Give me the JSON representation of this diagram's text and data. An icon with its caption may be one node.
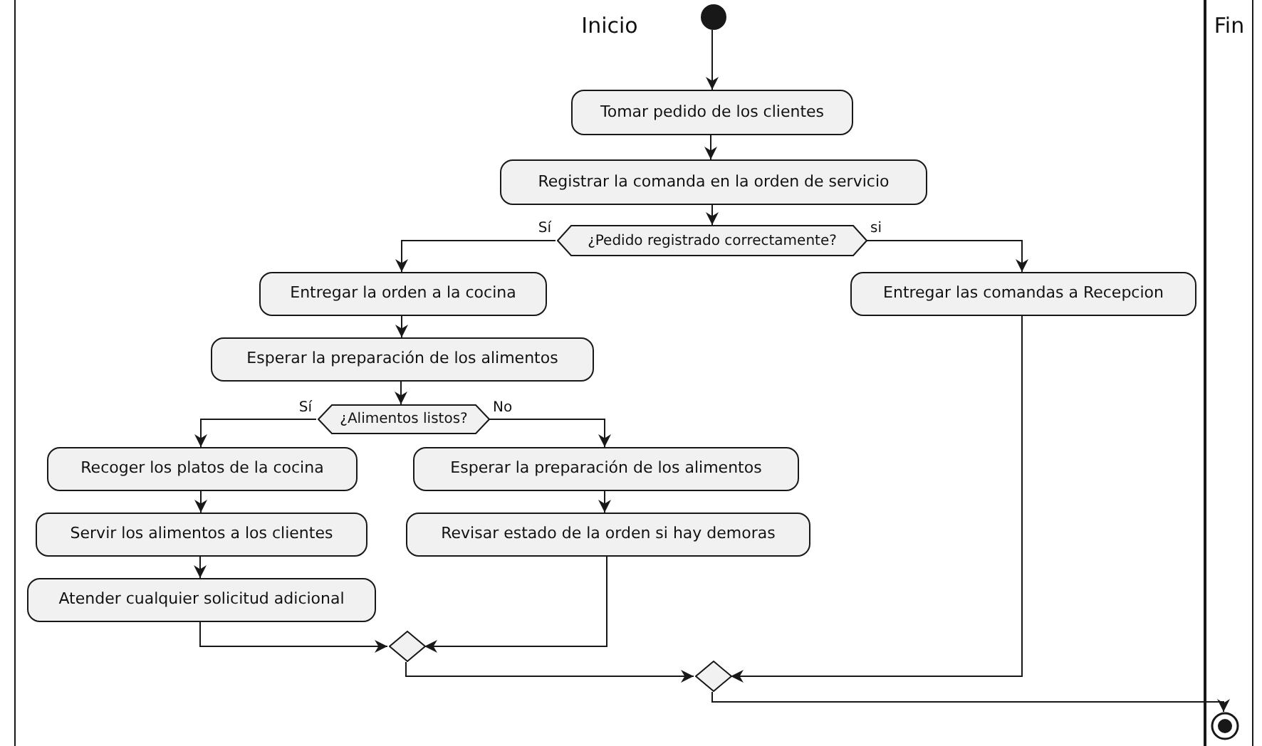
{
  "diagram": {
    "nodes": [
      {
        "text": [
          "Inicio"
        ]
      },
      {
        "text": [
          "Fin"
        ]
      },
      {
        "text": [],
        "shape": "circle",
        "in": 0
      },
      {
        "text": [
          "Tomar pedido de los clientes"
        ],
        "in": 0
      },
      {
        "text": [
          "Registrar la comanda en la orden de servicio"
        ],
        "in": 0
      },
      {
        "text": [
          "¿Pedido registrado correctamente?"
        ],
        "in": 0
      },
      {
        "text": [
          "Entregar la orden a la cocina"
        ],
        "in": 0
      },
      {
        "text": [
          "Entregar las comandas a Recepcion"
        ],
        "in": 0
      },
      {
        "text": [
          "Esperar la preparación de los alimentos"
        ],
        "in": 0
      },
      {
        "text": [
          "¿Alimentos listos?"
        ],
        "in": 0
      },
      {
        "text": [
          "Recoger los platos de la cocina"
        ],
        "in": 0
      },
      {
        "text": [
          "Esperar la preparación de los alimentos"
        ],
        "in": 0
      },
      {
        "text": [
          "Servir los alimentos a los clientes"
        ],
        "in": 0
      },
      {
        "text": [
          "Revisar estado de la orden si hay demoras"
        ],
        "in": 0
      },
      {
        "text": [
          "Atender cualquier solicitud adicional"
        ],
        "in": 0
      },
      {
        "text": [],
        "shape": "diamond",
        "in": 0
      },
      {
        "text": [],
        "shape": "diamond",
        "in": 0
      },
      {
        "text": [],
        "shape": "circle",
        "in": 1
      }
    ],
    "edges": [
      {
        "from": 2,
        "to": 3,
        "arrow": "to"
      },
      {
        "from": 3,
        "to": 4,
        "arrow": "to"
      },
      {
        "from": 4,
        "to": 5,
        "arrow": "to"
      },
      {
        "from": 5,
        "to": 6,
        "arrow": "to",
        "label": "Sí"
      },
      {
        "from": 5,
        "to": 7,
        "arrow": "to",
        "label": "si"
      },
      {
        "from": 6,
        "to": 8,
        "arrow": "to"
      },
      {
        "from": 8,
        "to": 9,
        "arrow": "to"
      },
      {
        "from": 9,
        "to": 10,
        "arrow": "to",
        "label": "Sí"
      },
      {
        "from": 9,
        "to": 11,
        "arrow": "to",
        "label": "No"
      },
      {
        "from": 10,
        "to": 12,
        "arrow": "to"
      },
      {
        "from": 11,
        "to": 13,
        "arrow": "to"
      },
      {
        "from": 12,
        "to": 14,
        "arrow": "to"
      },
      {
        "from": 14,
        "to": 15,
        "arrow": "to"
      },
      {
        "from": 13,
        "to": 15,
        "arrow": "to"
      },
      {
        "from": 15,
        "to": 16,
        "arrow": "to"
      },
      {
        "from": 7,
        "to": 16,
        "arrow": "to"
      },
      {
        "from": 16,
        "to": 17,
        "arrow": "to"
      }
    ]
  }
}
